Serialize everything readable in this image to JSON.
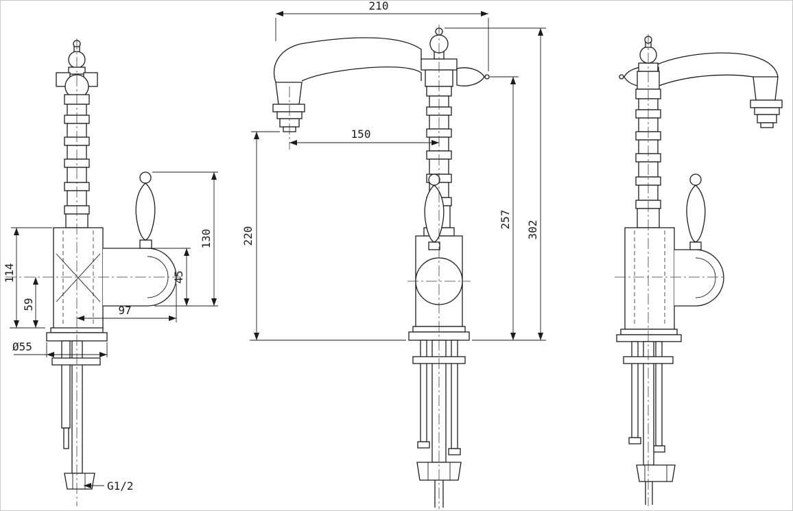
{
  "colors": {
    "line": "#1c1c1c",
    "background": "#ffffff"
  },
  "drawing": {
    "dimensions": {
      "spout_reach": "210",
      "spout_offset": "150",
      "outlet_height": "220",
      "spout_body_height": "257",
      "total_height": "302",
      "handle_height": "130",
      "valve_height": "45",
      "body_height": "114",
      "lower_height": "59",
      "handle_reach": "97",
      "base_diameter": "Ø55",
      "thread_size": "G1/2"
    }
  }
}
